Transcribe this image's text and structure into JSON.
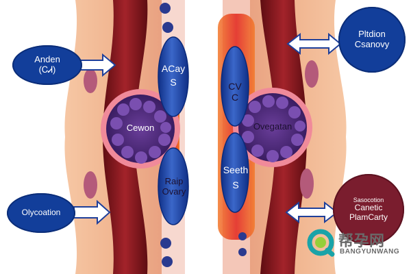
{
  "callouts": {
    "top_left": {
      "line1": "Anden",
      "line2": "(ᏟᏗ)"
    },
    "bottom_left": {
      "line1": "Olycoation"
    },
    "top_right": {
      "line1": "Pltdion",
      "line2": "Csanovy"
    },
    "bottom_right": {
      "line1": "Sasocotion",
      "line2": "Canetic",
      "line3": "PlamCarty"
    }
  },
  "inner_labels": {
    "left_top_valve": {
      "line1": "ACay",
      "line2": "S"
    },
    "left_cluster": {
      "line1": "Cewon"
    },
    "left_bottom_valve": {
      "line1": "Raip",
      "line2": "Ovary"
    },
    "right_top_valve": {
      "line1": "CV",
      "line2": "C"
    },
    "right_cluster": {
      "line1": "Ovegatan"
    },
    "right_bottom_valve": {
      "line1": "Seeth",
      "line2": "S"
    }
  },
  "watermark": {
    "title": "帮孕网",
    "subtitle": "BANGYUNWANG",
    "icon": "q-logo-icon"
  },
  "colors": {
    "tissue": "#f0b493",
    "vessel": "#8c1a1e",
    "blue": "#123e9a",
    "maroon": "#7a1d2e",
    "cluster": "#4b2a78"
  }
}
